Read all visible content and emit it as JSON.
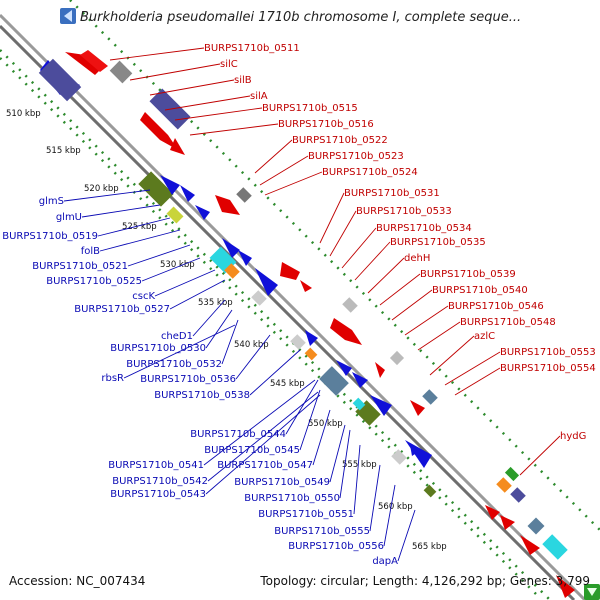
{
  "title": "Burkholderia pseudomallei 1710b chromosome I, complete seque...",
  "footer": {
    "accession": "Accession: NC_007434",
    "stats": "Topology: circular; Length: 4,126,292 bp; Genes: 3,799"
  },
  "kbp_labels": [
    "510 kbp",
    "515 kbp",
    "520 kbp",
    "525 kbp",
    "530 kbp",
    "535 kbp",
    "540 kbp",
    "545 kbp",
    "550 kbp",
    "555 kbp",
    "560 kbp",
    "565 kbp"
  ],
  "forward_labels": [
    "BURPS1710b_0511",
    "silC",
    "silB",
    "silA",
    "BURPS1710b_0515",
    "BURPS1710b_0516",
    "BURPS1710b_0522",
    "BURPS1710b_0523",
    "BURPS1710b_0524",
    "BURPS1710b_0531",
    "BURPS1710b_0533",
    "BURPS1710b_0534",
    "BURPS1710b_0535",
    "dehH",
    "BURPS1710b_0539",
    "BURPS1710b_0540",
    "BURPS1710b_0546",
    "BURPS1710b_0548",
    "azlC",
    "BURPS1710b_0553",
    "BURPS1710b_0554",
    "hydG"
  ],
  "reverse_labels": [
    "glmS",
    "glmU",
    "BURPS1710b_0519",
    "folB",
    "BURPS1710b_0521",
    "BURPS1710b_0525",
    "cscK",
    "BURPS1710b_0527",
    "cheD1",
    "BURPS1710b_0530",
    "BURPS1710b_0532",
    "rbsR",
    "BURPS1710b_0536",
    "BURPS1710b_0538",
    "BURPS1710b_0544",
    "BURPS1710b_0545",
    "BURPS1710b_0541",
    "BURPS1710b_0547",
    "BURPS1710b_0542",
    "BURPS1710b_0549",
    "BURPS1710b_0543",
    "BURPS1710b_0550",
    "BURPS1710b_0551",
    "BURPS1710b_0555",
    "BURPS1710b_0556",
    "dapA"
  ],
  "colors": {
    "forward": "#c00000",
    "reverse": "#0a0ab4",
    "backbone": "#8a8a8a",
    "tick": "#2e8b2e"
  },
  "icons": {
    "title_arrow": "left-arrow-icon",
    "corner_arrow": "down-arrow-icon"
  }
}
